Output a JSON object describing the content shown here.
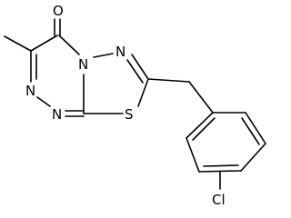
{
  "atoms": {
    "o": "O",
    "s": "S",
    "cl": "Cl",
    "n1": "N",
    "n2": "N",
    "n3": "N",
    "n4": "N"
  }
}
